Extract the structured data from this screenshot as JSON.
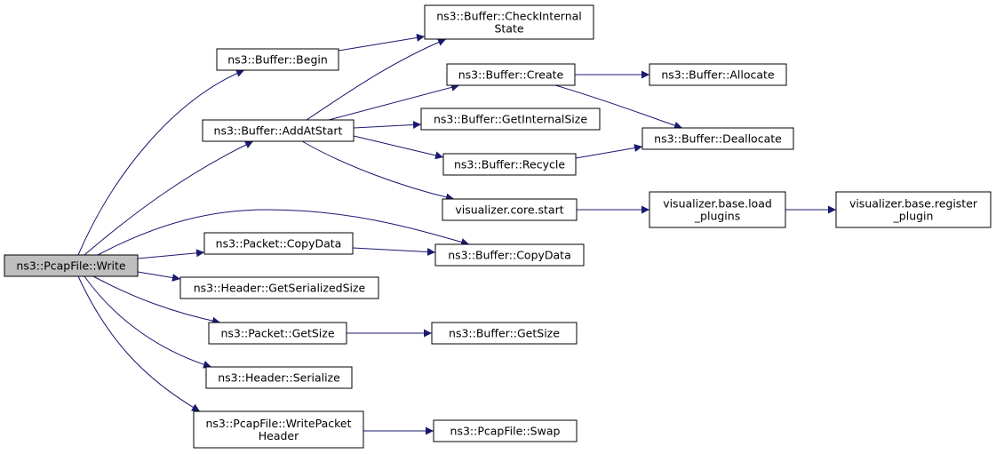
{
  "colors": {
    "edge": "#191970",
    "node_border": "#000000",
    "node_fill": "#ffffff",
    "root_fill": "#bfbfbf"
  },
  "nodes": [
    {
      "id": "write",
      "lines": [
        "ns3::PcapFile::Write"
      ],
      "root": true
    },
    {
      "id": "begin",
      "lines": [
        "ns3::Buffer::Begin"
      ]
    },
    {
      "id": "checkinternal",
      "lines": [
        "ns3::Buffer::CheckInternal",
        "State"
      ]
    },
    {
      "id": "addatstart",
      "lines": [
        "ns3::Buffer::AddAtStart"
      ]
    },
    {
      "id": "create",
      "lines": [
        "ns3::Buffer::Create"
      ]
    },
    {
      "id": "allocate",
      "lines": [
        "ns3::Buffer::Allocate"
      ]
    },
    {
      "id": "getinternalsize",
      "lines": [
        "ns3::Buffer::GetInternalSize"
      ]
    },
    {
      "id": "deallocate",
      "lines": [
        "ns3::Buffer::Deallocate"
      ]
    },
    {
      "id": "recycle",
      "lines": [
        "ns3::Buffer::Recycle"
      ]
    },
    {
      "id": "vizstart",
      "lines": [
        "visualizer.core.start"
      ]
    },
    {
      "id": "loadplugins",
      "lines": [
        "visualizer.base.load",
        "_plugins"
      ]
    },
    {
      "id": "registerplugin",
      "lines": [
        "visualizer.base.register",
        "_plugin"
      ]
    },
    {
      "id": "packetcopydata",
      "lines": [
        "ns3::Packet::CopyData"
      ]
    },
    {
      "id": "buffercopydata",
      "lines": [
        "ns3::Buffer::CopyData"
      ]
    },
    {
      "id": "getserializedsize",
      "lines": [
        "ns3::Header::GetSerializedSize"
      ]
    },
    {
      "id": "packetgetsize",
      "lines": [
        "ns3::Packet::GetSize"
      ]
    },
    {
      "id": "buffergetsize",
      "lines": [
        "ns3::Buffer::GetSize"
      ]
    },
    {
      "id": "serialize",
      "lines": [
        "ns3::Header::Serialize"
      ]
    },
    {
      "id": "writepacketheader",
      "lines": [
        "ns3::PcapFile::WritePacket",
        "Header"
      ]
    },
    {
      "id": "swap",
      "lines": [
        "ns3::PcapFile::Swap"
      ]
    }
  ],
  "edges": [
    [
      "write",
      "begin"
    ],
    [
      "write",
      "addatstart"
    ],
    [
      "write",
      "buffercopydata"
    ],
    [
      "write",
      "packetcopydata"
    ],
    [
      "write",
      "getserializedsize"
    ],
    [
      "write",
      "packetgetsize"
    ],
    [
      "write",
      "serialize"
    ],
    [
      "write",
      "writepacketheader"
    ],
    [
      "begin",
      "checkinternal"
    ],
    [
      "addatstart",
      "checkinternal"
    ],
    [
      "addatstart",
      "create"
    ],
    [
      "addatstart",
      "getinternalsize"
    ],
    [
      "addatstart",
      "recycle"
    ],
    [
      "addatstart",
      "vizstart"
    ],
    [
      "create",
      "allocate"
    ],
    [
      "create",
      "deallocate"
    ],
    [
      "recycle",
      "deallocate"
    ],
    [
      "vizstart",
      "loadplugins"
    ],
    [
      "loadplugins",
      "registerplugin"
    ],
    [
      "packetcopydata",
      "buffercopydata"
    ],
    [
      "packetgetsize",
      "buffergetsize"
    ],
    [
      "writepacketheader",
      "swap"
    ]
  ]
}
